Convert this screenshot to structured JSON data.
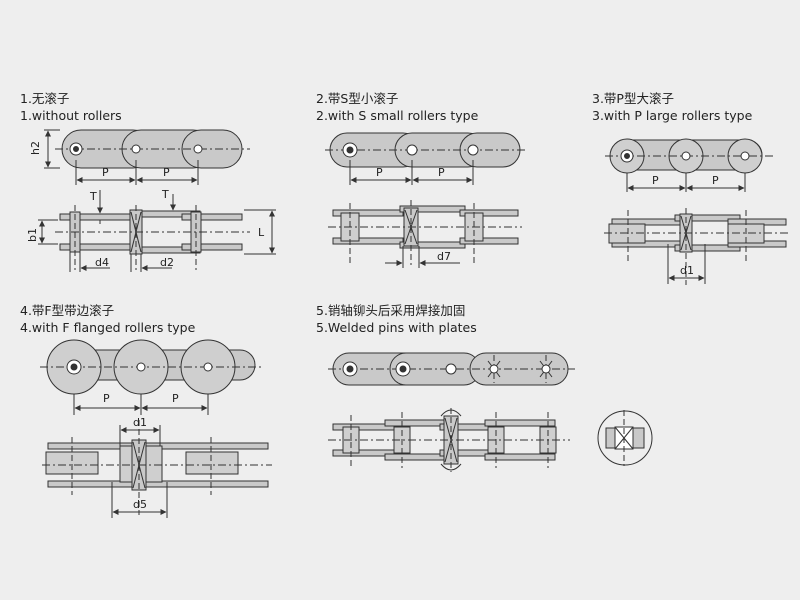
{
  "panels": [
    {
      "cn": "1.无滚子",
      "en": "1.without rollers"
    },
    {
      "cn": "2.带S型小滚子",
      "en": "2.with S small rollers type"
    },
    {
      "cn": "3.带P型大滚子",
      "en": "3.with P large rollers type"
    },
    {
      "cn": "4.带F型带边滚子",
      "en": "4.with F flanged rollers type"
    },
    {
      "cn": "5.销轴铆头后采用焊接加固",
      "en": "5.Welded pins with plates"
    }
  ],
  "dims": {
    "h2": "h2",
    "P": "P",
    "T": "T",
    "b1": "b1",
    "L": "L",
    "d4": "d4",
    "d2": "d2",
    "d7": "d7",
    "d1": "d1",
    "d5": "d5"
  },
  "colors": {
    "plate": "#c9c9c9",
    "roller": "#cfcfcf",
    "line": "#333333",
    "bg": "#eeeeee"
  }
}
